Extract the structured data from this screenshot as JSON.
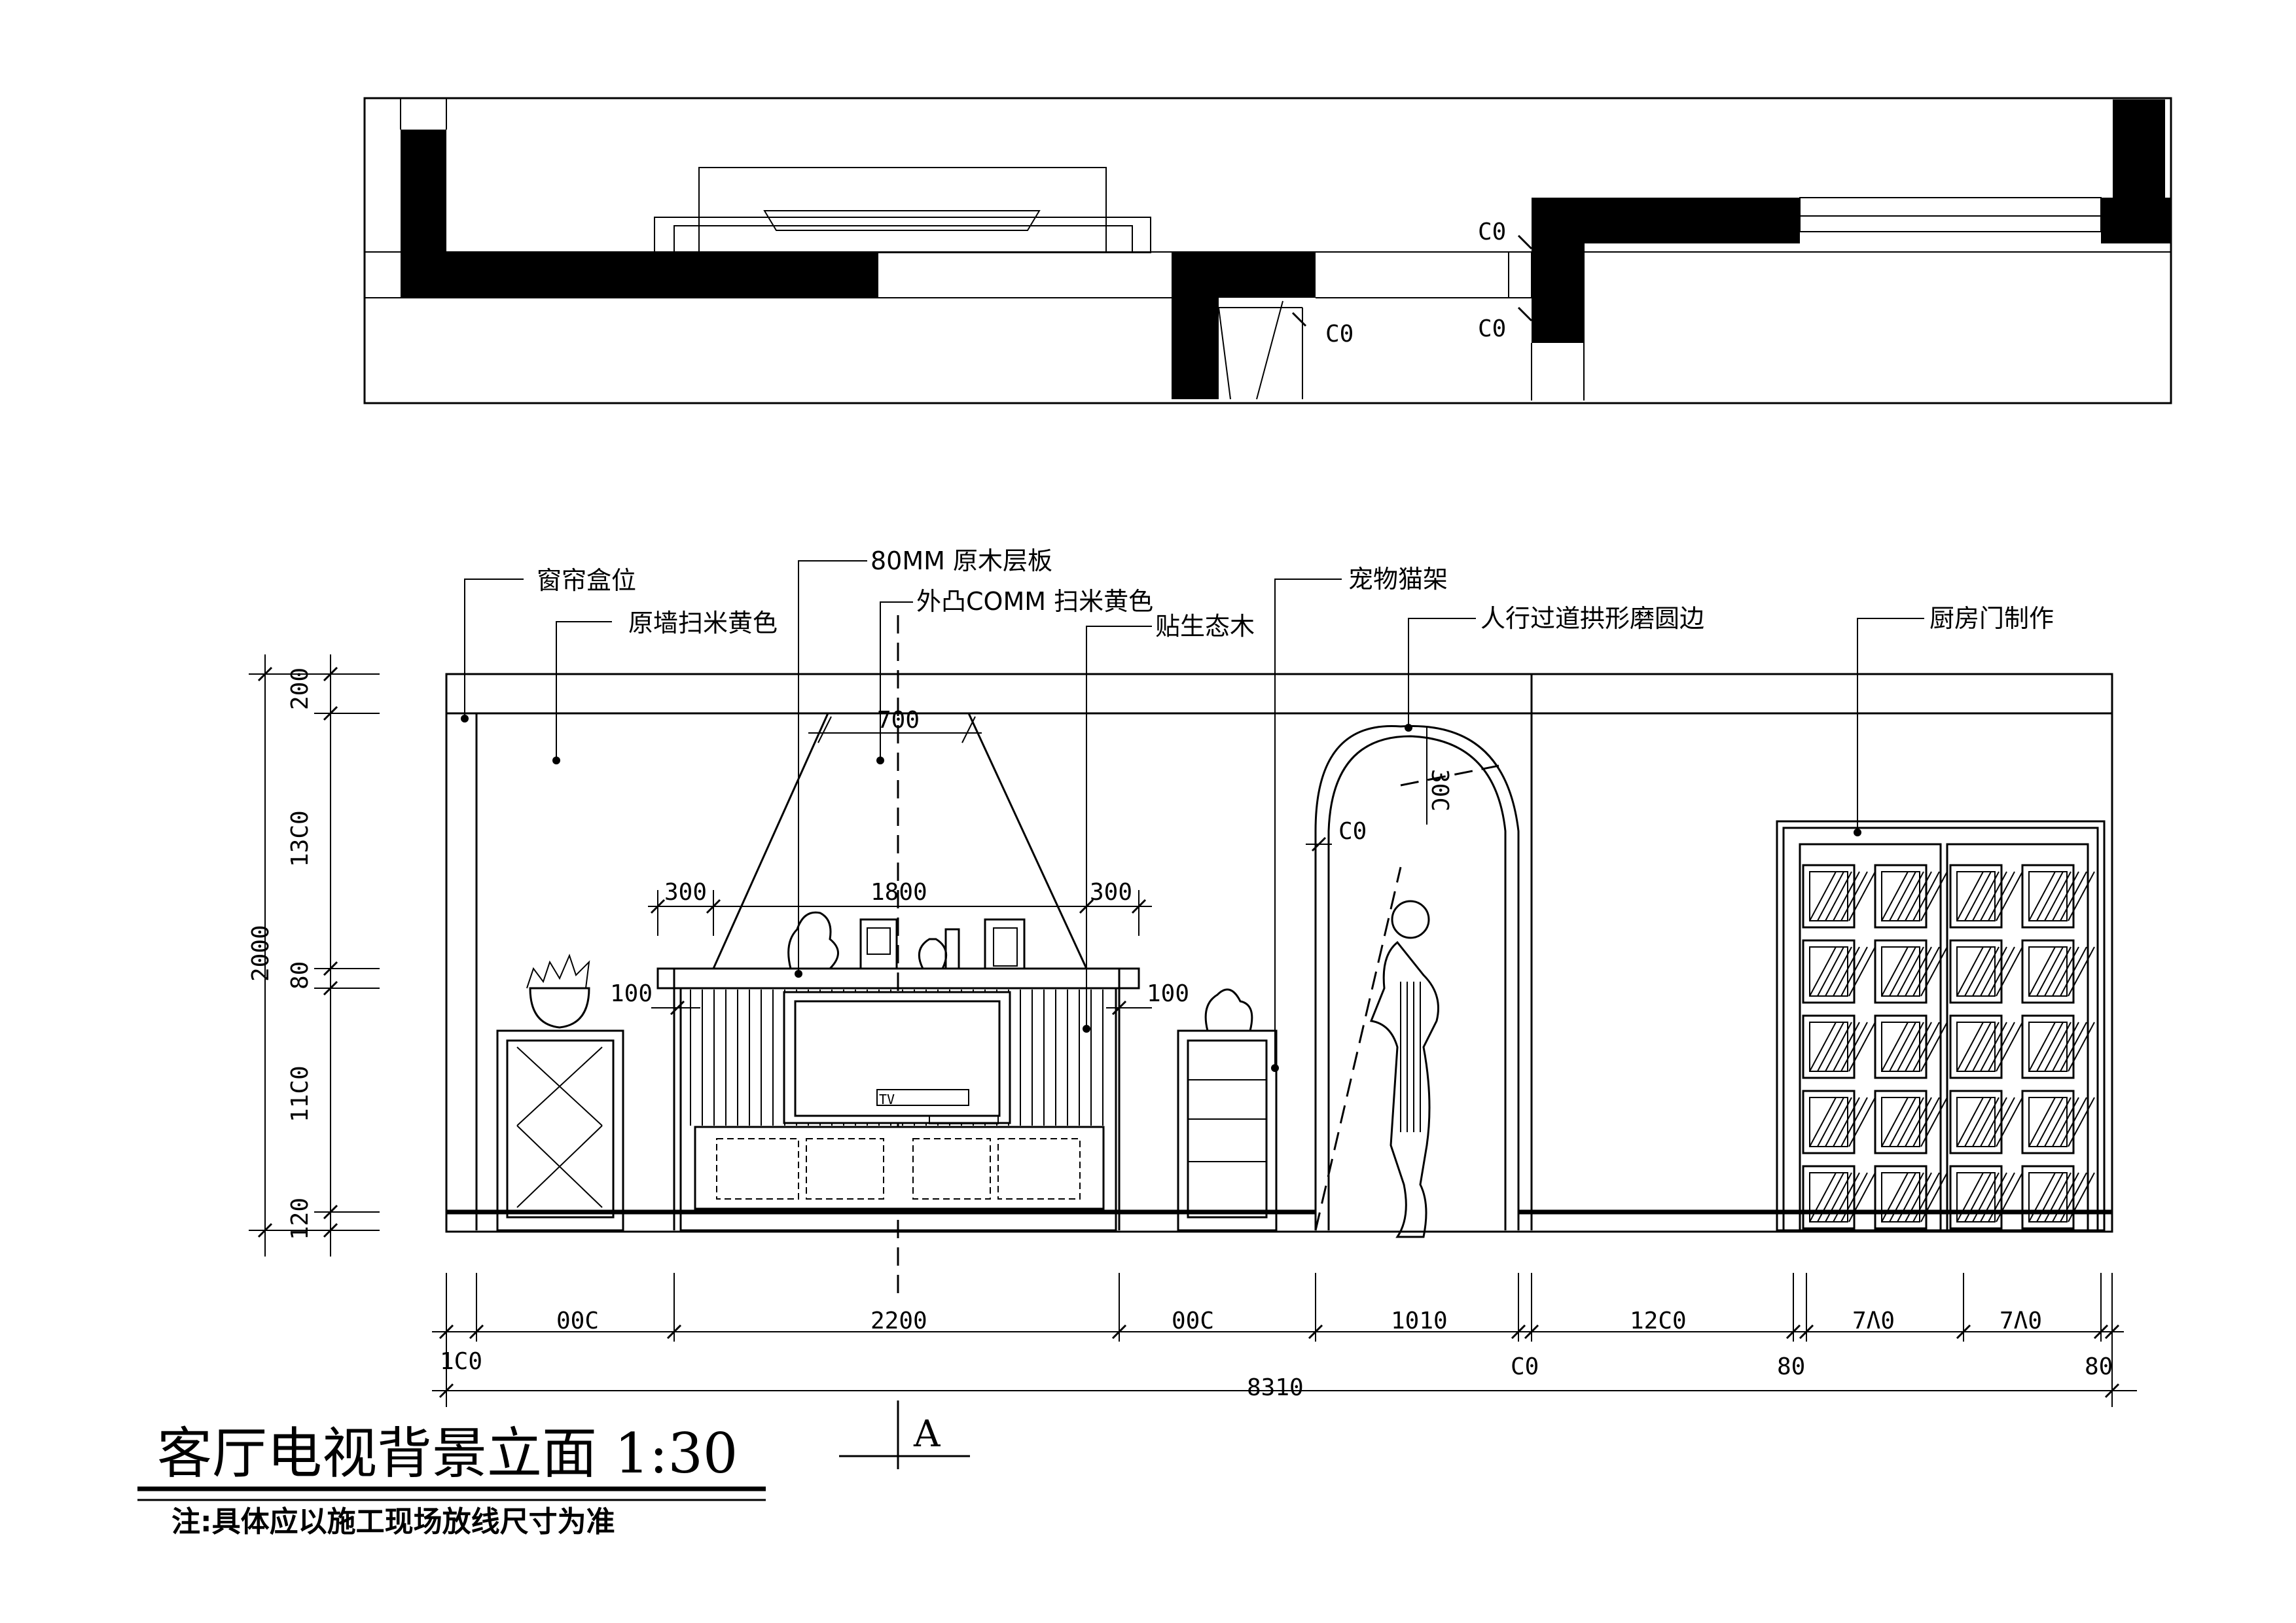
{
  "drawing": {
    "title": "客厅电视背景立面 1:30",
    "section_mark": "A",
    "note": "注:具体应以施工现场放线尺寸为准"
  },
  "plan": {
    "dims": [
      "C0",
      "C0",
      "C0"
    ]
  },
  "labels": {
    "curtain_box": "窗帘盒位",
    "shelf": "80MM 原木层板",
    "raised": "外凸COMM 扫米黄色",
    "orig_wall": "原墙扫米黄色",
    "eco_wood": "贴生态木",
    "pet_rack": "宠物猫架",
    "arch": "人行过道拱形磨圆边",
    "kitchen_door": "厨房门制作"
  },
  "dims_top": {
    "d700": "700",
    "d300a": "300",
    "d1800": "1800",
    "d300b": "300",
    "d100a": "100",
    "d100b": "100",
    "d_arch_r": "C0",
    "d_arch_h": "30C"
  },
  "dims_left": {
    "total": "2000",
    "d200": "200",
    "d1350": "13C0",
    "d80": "80",
    "d1150": "11C0",
    "d120": "120"
  },
  "dims_bottom": {
    "row1": [
      "00C",
      "2200",
      "00C",
      "1010",
      "12C0",
      "7Λ0",
      "7Λ0"
    ],
    "row2": [
      "1C0",
      "C0",
      "80",
      "80"
    ],
    "total": "8310"
  },
  "tv_sockets": "TV"
}
